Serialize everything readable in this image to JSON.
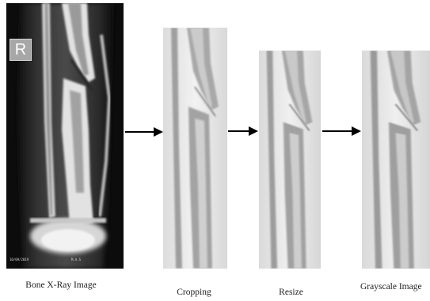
{
  "figure": {
    "steps": [
      {
        "id": "original",
        "caption": "Bone X-Ray Image"
      },
      {
        "id": "cropping",
        "caption": "Cropping"
      },
      {
        "id": "resize",
        "caption": "Resize"
      },
      {
        "id": "grayscale",
        "caption": "Grayscale Image"
      }
    ],
    "side_marker": "R",
    "film_stamp": {
      "date": "10/09/2019",
      "exposure": "M.A.S"
    },
    "colors": {
      "background": "#ffffff",
      "arrow": "#000000",
      "xray_dark": "#0c0c0c",
      "xray_bone": "#e2e2e2",
      "processed_background": "#eeeeee",
      "processed_bone": "#9a9a9a"
    }
  }
}
